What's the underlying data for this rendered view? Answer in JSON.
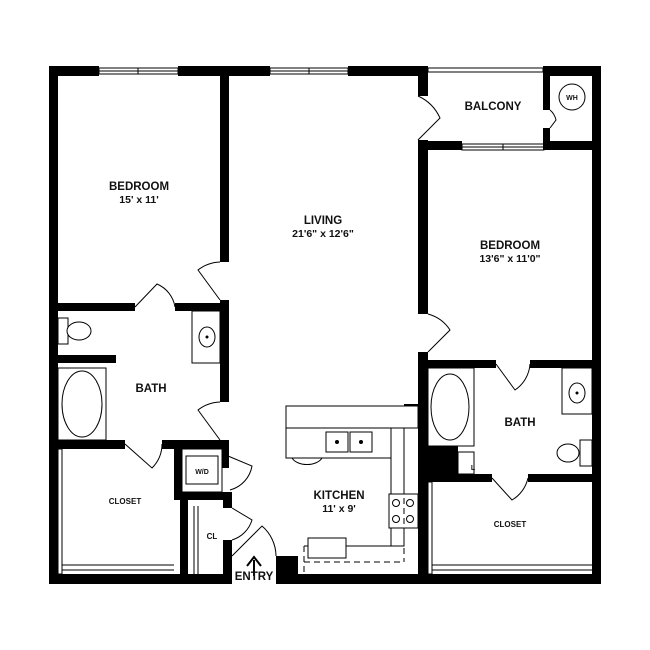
{
  "rooms": {
    "bedroom_left": {
      "name": "BEDROOM",
      "size": "15' x 11'"
    },
    "living": {
      "name": "LIVING",
      "size": "21'6\" x 12'6\""
    },
    "bedroom_right": {
      "name": "BEDROOM",
      "size": "13'6\" x 11'0\""
    },
    "balcony": {
      "name": "BALCONY"
    },
    "water_heater": {
      "name": "WH"
    },
    "bath_left": {
      "name": "BATH"
    },
    "bath_right": {
      "name": "BATH"
    },
    "washer_dryer": {
      "name": "W/D"
    },
    "kitchen": {
      "name": "KITCHEN",
      "size": "11' x 9'"
    },
    "closet_left": {
      "name": "CLOSET"
    },
    "closet_right": {
      "name": "CLOSET"
    },
    "coat_closet": {
      "name": "CL"
    },
    "linen": {
      "name": "L"
    },
    "entry": {
      "name": "ENTRY"
    }
  },
  "colors": {
    "wall": "#000000",
    "background": "#ffffff",
    "line": "#000000"
  }
}
